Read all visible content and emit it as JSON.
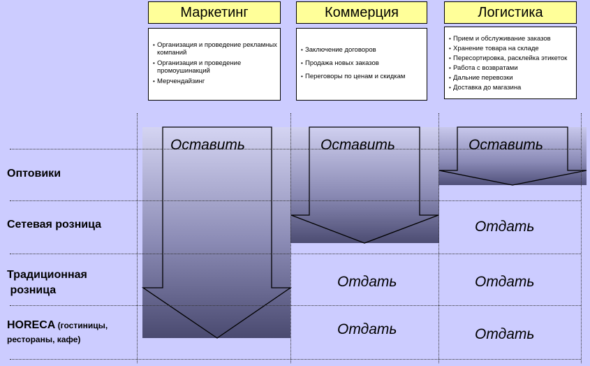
{
  "columns": [
    {
      "title": "Маркетинг",
      "tasks": [
        "Организация и проведение рекламных компаний",
        "Организация и проведение промоушинакций",
        "Мерчендайзинг"
      ]
    },
    {
      "title": "Коммерция",
      "tasks": [
        "Заключение договоров",
        "Продажа новых заказов",
        "Переговоры по ценам и скидкам"
      ]
    },
    {
      "title": "Логистика",
      "tasks": [
        "Прием и обслуживание заказов",
        "Хранение товара на складе",
        "Пересортировка, расклейка этикеток",
        "Работа с возвратами",
        "Дальние перевозки",
        "Доставка до магазина"
      ]
    }
  ],
  "rows": [
    {
      "label": "Оптовики"
    },
    {
      "label": "Сетевая розница"
    },
    {
      "label_line1": "Традиционная",
      "label_line2": " розница"
    },
    {
      "label_main": "HORECA",
      "label_note": " (гостиницы,",
      "label_line2": "рестораны, кафе)"
    }
  ],
  "cells": {
    "keep": "Оставить",
    "give": "Отдать"
  },
  "colors": {
    "background": "#ccccff",
    "header_fill": "#ffff99",
    "arrow_light": "#cfd0f0",
    "arrow_dark": "#4a4a70"
  }
}
